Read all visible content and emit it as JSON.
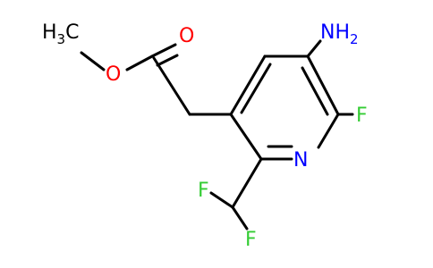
{
  "colors": {
    "bond": "#000000",
    "oxygen": "#ff0000",
    "nitrogen": "#0000ff",
    "fluorine": "#33cc33",
    "carbon_label": "#000000",
    "background": "#ffffff"
  },
  "labels": {
    "methyl": {
      "main": "H",
      "sub": "3",
      "tail": "C"
    },
    "carbonyl_oxygen": "O",
    "ester_oxygen": "O",
    "amino": {
      "main": "NH",
      "sub": "2"
    },
    "ring_nitrogen": "N",
    "ring_fluorine": "F",
    "difluoro_f1": "F",
    "difluoro_f2": "F"
  }
}
